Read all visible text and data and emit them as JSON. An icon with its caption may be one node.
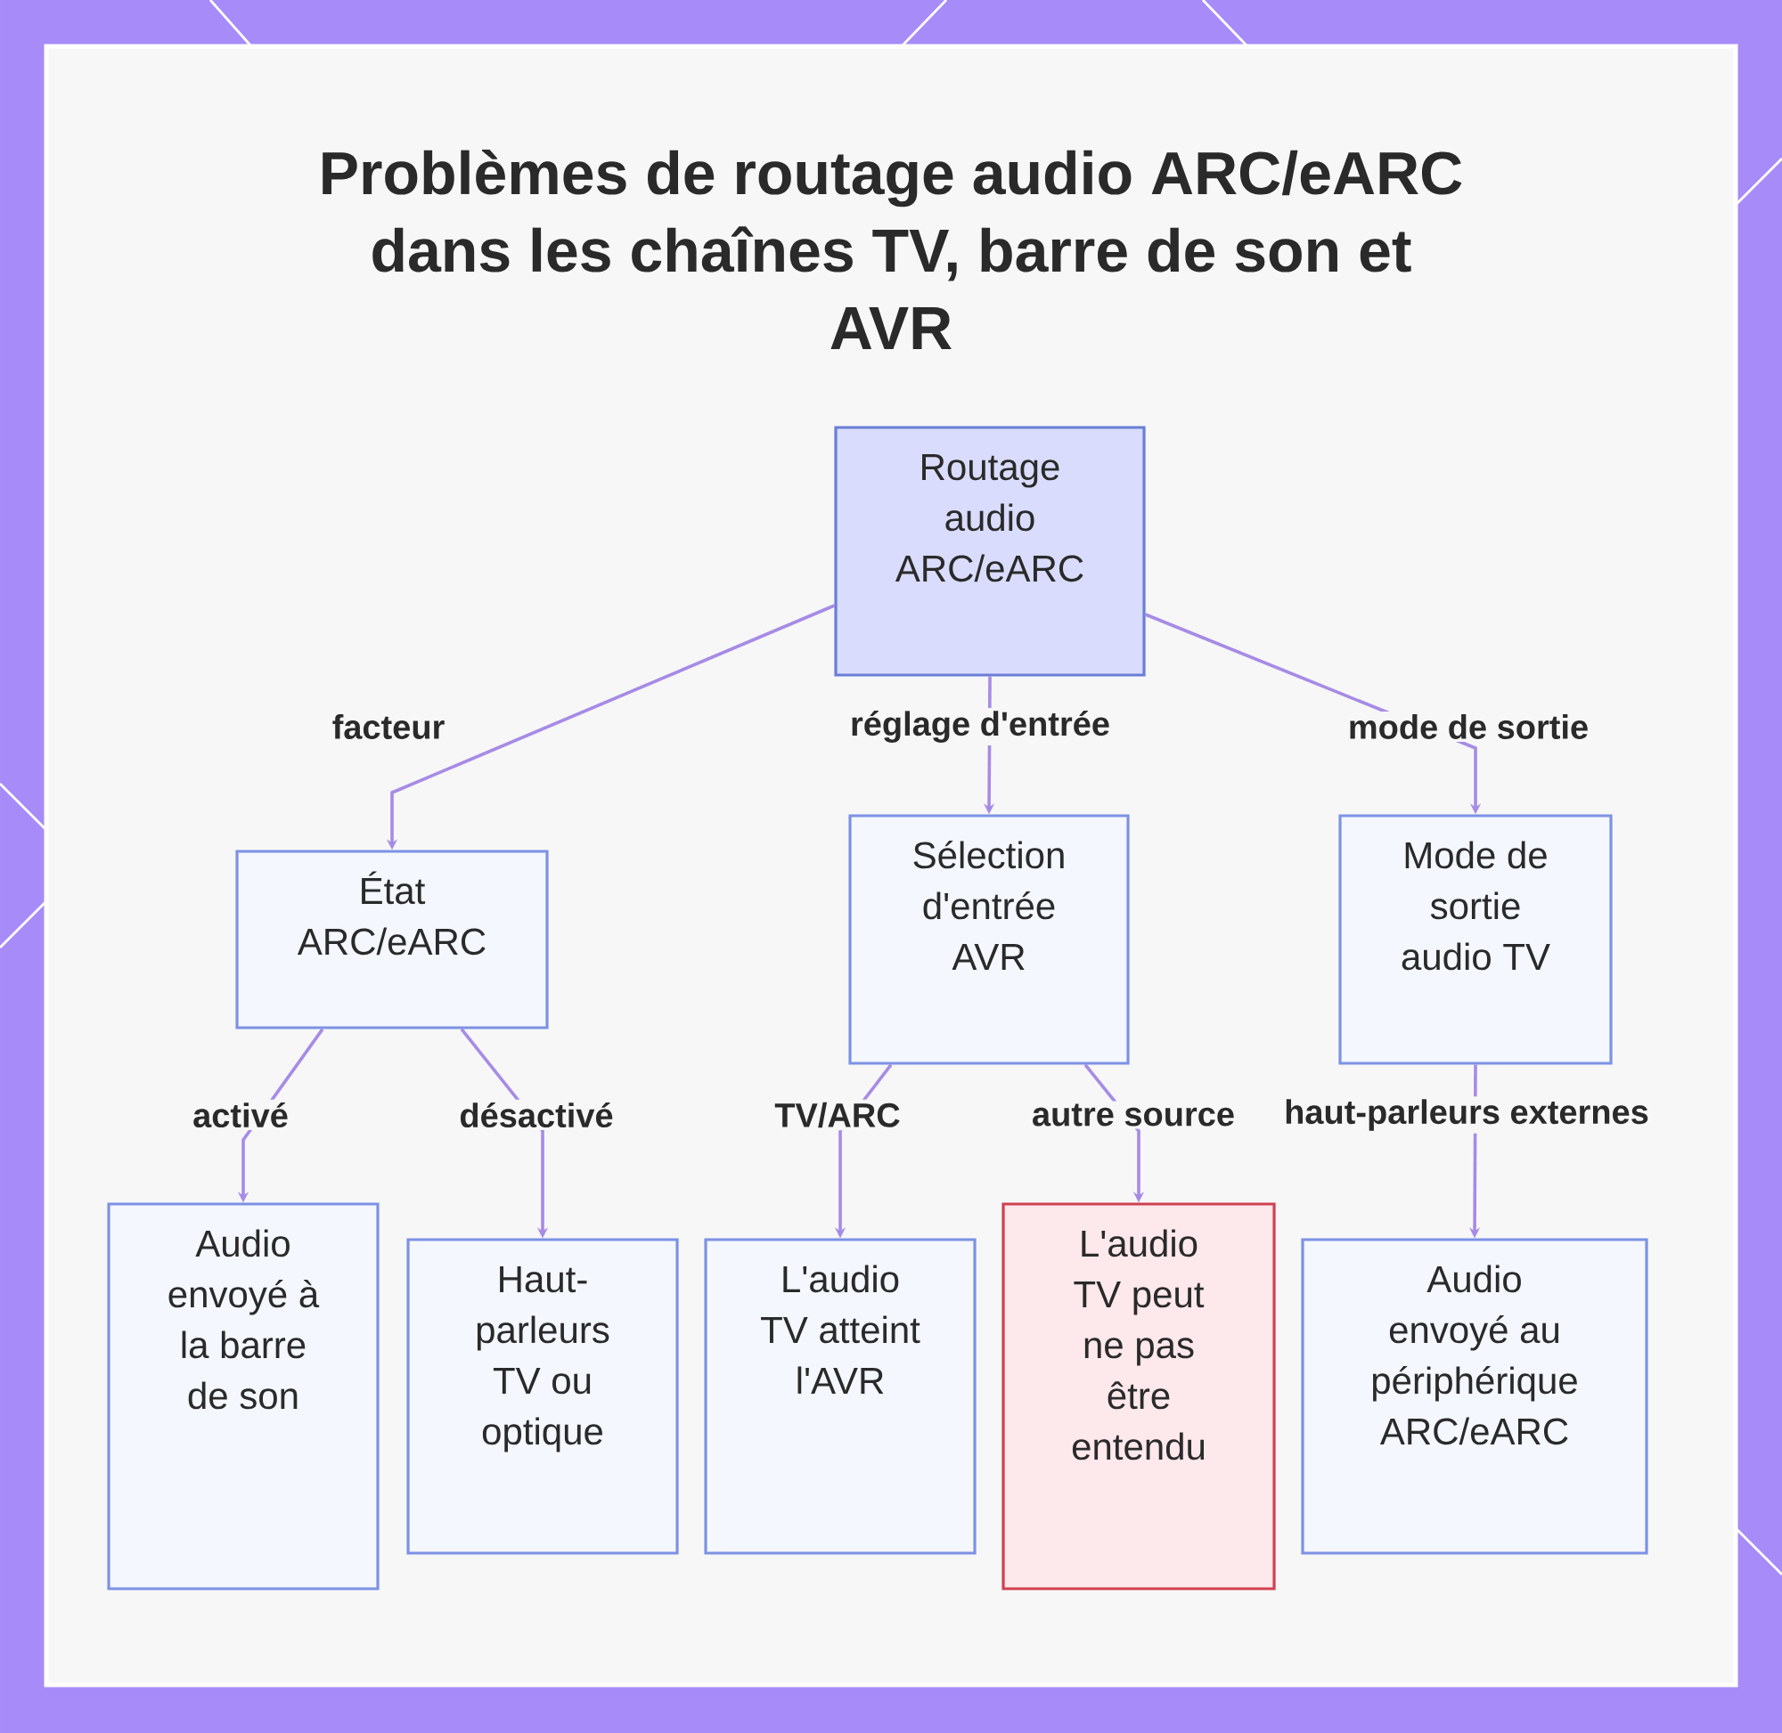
{
  "diagram": {
    "title": "Problèmes de routage audio ARC/eARC dans les chaînes TV, barre de son et AVR",
    "nodes": [
      {
        "text": [
          "Routage audio ARC/eARC"
        ]
      },
      {
        "text": [
          "État ARC/eARC"
        ]
      },
      {
        "text": [
          "Sélection d'entrée AVR"
        ]
      },
      {
        "text": [
          "Mode de sortie audio TV"
        ]
      },
      {
        "text": [
          "Audio envoyé à la barre de son"
        ]
      },
      {
        "text": [
          "Haut-parleurs TV ou optique"
        ]
      },
      {
        "text": [
          "L'audio TV atteint l'AVR"
        ]
      },
      {
        "text": [
          "L'audio TV peut ne pas être entendu"
        ]
      },
      {
        "text": [
          "Audio envoyé au périphérique ARC/eARC"
        ]
      }
    ],
    "edges": [
      {
        "from": 0,
        "to": 1,
        "arrow": "to",
        "label": "facteur"
      },
      {
        "from": 0,
        "to": 2,
        "arrow": "to",
        "label": "réglage d'entrée"
      },
      {
        "from": 0,
        "to": 3,
        "arrow": "to",
        "label": "mode de sortie"
      },
      {
        "from": 1,
        "to": 4,
        "arrow": "to",
        "label": "activé"
      },
      {
        "from": 1,
        "to": 5,
        "arrow": "to",
        "label": "désactivé"
      },
      {
        "from": 2,
        "to": 6,
        "arrow": "to",
        "label": "TV/ARC"
      },
      {
        "from": 2,
        "to": 7,
        "arrow": "to",
        "label": "autre source"
      },
      {
        "from": 3,
        "to": 8,
        "arrow": "to",
        "label": "haut-parleurs externes"
      }
    ]
  }
}
